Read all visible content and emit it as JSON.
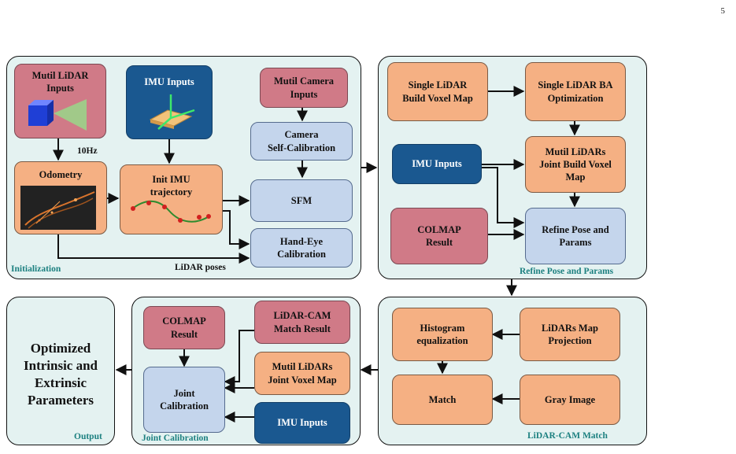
{
  "page_number": "5",
  "panels": {
    "initialization": "Initialization",
    "refine": "Refine Pose and Params",
    "lidar_cam_match": "LiDAR-CAM Match",
    "joint_calibration": "Joint Calibration",
    "output": "Output"
  },
  "nodes": {
    "mutil_lidar_inputs": "Mutil LiDAR\nInputs",
    "imu_inputs_init": "IMU Inputs",
    "mutil_camera_inputs": "Mutil Camera\nInputs",
    "camera_self_calibration": "Camera\nSelf-Calibration",
    "odometry": "Odometry",
    "init_imu_trajectory": "Init IMU\ntrajectory",
    "sfm": "SFM",
    "hand_eye_calibration": "Hand-Eye\nCalibration",
    "single_lidar_voxel_map": "Single LiDAR\nBuild Voxel Map",
    "single_lidar_ba": "Single LiDAR BA\nOptimization",
    "imu_inputs_refine": "IMU Inputs",
    "mutil_lidars_joint_voxel": "Mutil LiDARs\nJoint Build Voxel\nMap",
    "colmap_result_refine": "COLMAP\nResult",
    "refine_pose_params": "Refine Pose and\nParams",
    "histogram_equalization": "Histogram\nequalization",
    "lidars_map_projection": "LiDARs Map\nProjection",
    "match": "Match",
    "gray_image": "Gray Image",
    "colmap_result_joint": "COLMAP\nResult",
    "lidar_cam_match_result": "LiDAR-CAM\nMatch Result",
    "mutil_lidars_joint_voxel_map": "Mutil LiDARs\nJoint Voxel Map",
    "joint_calibration_node": "Joint\nCalibration",
    "imu_inputs_joint": "IMU Inputs"
  },
  "annotations": {
    "rate": "10Hz",
    "lidar_poses": "LiDAR poses"
  },
  "output_text": "Optimized\nIntrinsic and\nExtrinsic\nParameters",
  "colors": {
    "panel_bg": "#e4f2f1",
    "orange": "#f5b083",
    "pink": "#d07a87",
    "light_blue": "#c4d5ec",
    "navy": "#1a5890",
    "panel_label": "#1c8080"
  }
}
